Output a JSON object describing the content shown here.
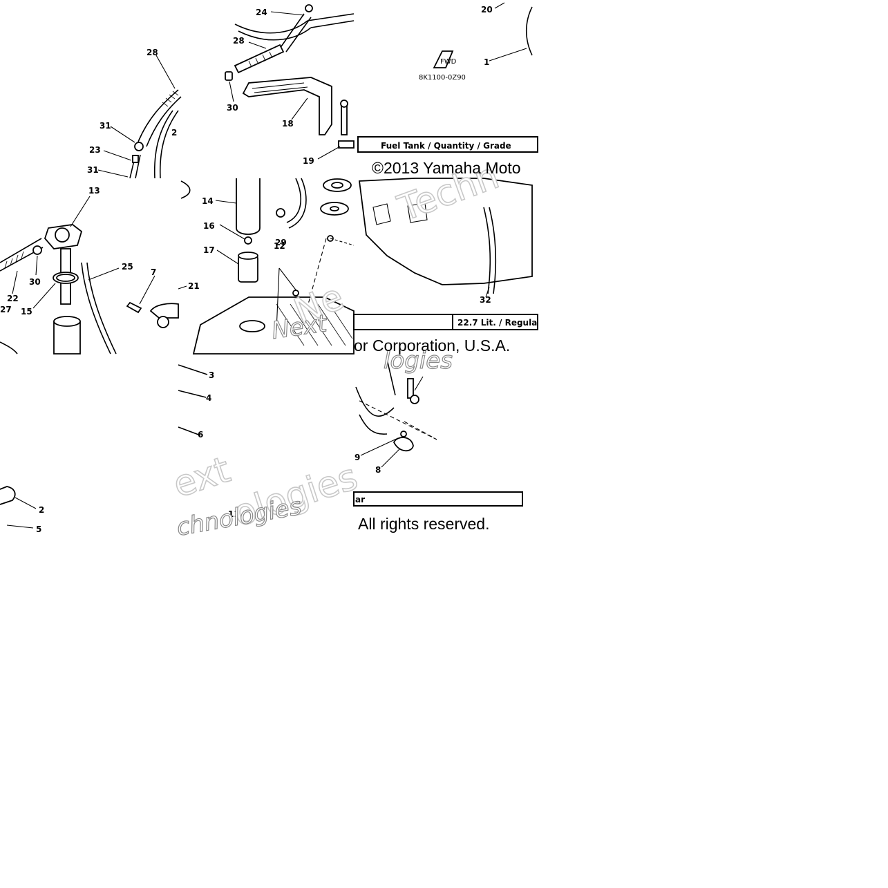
{
  "callouts": [
    {
      "id": "c24",
      "text": "24"
    },
    {
      "id": "c20",
      "text": "20"
    },
    {
      "id": "c28a",
      "text": "28"
    },
    {
      "id": "c28b",
      "text": "28"
    },
    {
      "id": "c2a",
      "text": "2"
    },
    {
      "id": "c1",
      "text": "1"
    },
    {
      "id": "c30a",
      "text": "30"
    },
    {
      "id": "c31a",
      "text": "31"
    },
    {
      "id": "c23",
      "text": "23"
    },
    {
      "id": "c31b",
      "text": "31"
    },
    {
      "id": "c18",
      "text": "18"
    },
    {
      "id": "c19",
      "text": "19"
    },
    {
      "id": "c13",
      "text": "13"
    },
    {
      "id": "c14",
      "text": "14"
    },
    {
      "id": "c16",
      "text": "16"
    },
    {
      "id": "c29",
      "text": "29"
    },
    {
      "id": "c17",
      "text": "17"
    },
    {
      "id": "c12",
      "text": "12"
    },
    {
      "id": "c25",
      "text": "25"
    },
    {
      "id": "c7",
      "text": "7"
    },
    {
      "id": "c21",
      "text": "21"
    },
    {
      "id": "c30b",
      "text": "30"
    },
    {
      "id": "c22",
      "text": "22"
    },
    {
      "id": "c27",
      "text": "27"
    },
    {
      "id": "c15",
      "text": "15"
    },
    {
      "id": "c32",
      "text": "32"
    },
    {
      "id": "c3",
      "text": "3"
    },
    {
      "id": "c4",
      "text": "4"
    },
    {
      "id": "c6",
      "text": "6"
    },
    {
      "id": "c9",
      "text": "9"
    },
    {
      "id": "c8",
      "text": "8"
    },
    {
      "id": "c2b",
      "text": "2"
    },
    {
      "id": "c5",
      "text": "5"
    },
    {
      "id": "c11",
      "text": "11"
    }
  ],
  "part_code": "8K1100-0Z90",
  "fwd_label": "FWD",
  "spec_box": {
    "header": "Fuel Tank / Quantity / Grade",
    "value_partial": "22.7 Lit. / Regula",
    "value_tail": "ar"
  },
  "copyright": {
    "line1a": "©2013 Yamaha Moto",
    "line1b": "or Corporation, U.S.A.",
    "line2": "All rights reserved."
  },
  "watermarks": {
    "tech_a": "Techn",
    "next_a": "Ne",
    "next_b": "Next",
    "techno_b": "logies",
    "next_c": "ext",
    "techno_c": "ologies",
    "techno_d": "chnologies"
  }
}
